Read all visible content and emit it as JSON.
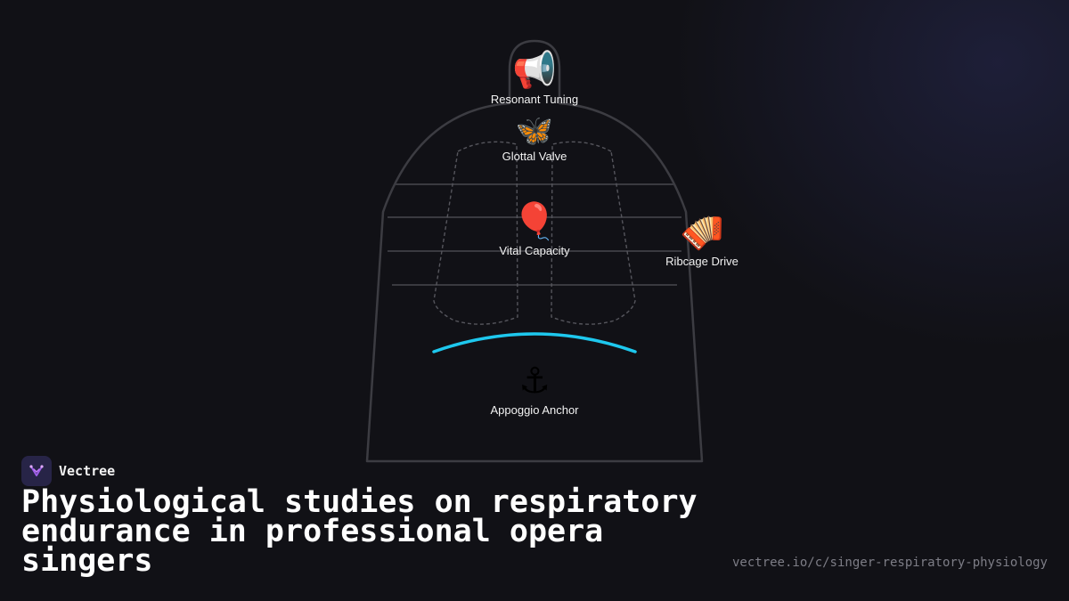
{
  "diagram": {
    "nodes": [
      {
        "id": "resonant",
        "icon": "megaphone-icon",
        "emoji": "📢",
        "label": "Resonant Tuning"
      },
      {
        "id": "glottal",
        "icon": "butterfly-icon",
        "emoji": "🦋",
        "label": "Glottal Valve"
      },
      {
        "id": "vital",
        "icon": "balloon-icon",
        "emoji": "🎈",
        "label": "Vital Capacity"
      },
      {
        "id": "ribcage",
        "icon": "accordion-icon",
        "emoji": "🪗",
        "label": "Ribcage Drive"
      },
      {
        "id": "appoggio",
        "icon": "anchor-icon",
        "emoji": "⚓",
        "label": "Appoggio Anchor"
      }
    ],
    "colors": {
      "outline": "#3c3c42",
      "ribs": "#3a3a40",
      "lungs": "#55555c",
      "diaphragm": "#1ec8ee",
      "background": "#111116"
    }
  },
  "brand": {
    "name": "Vectree",
    "logo_icon": "vectree-logo-icon"
  },
  "title": "Physiological studies on respiratory endurance in professional opera singers",
  "url": "vectree.io/c/singer-respiratory-physiology"
}
